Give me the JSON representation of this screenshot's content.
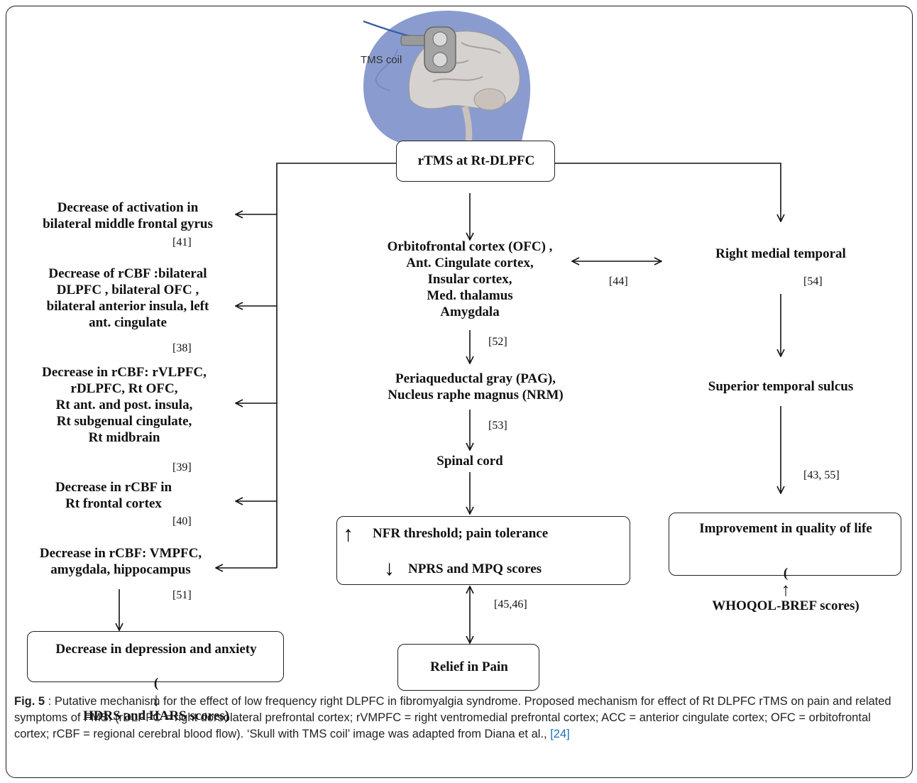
{
  "header": {
    "coil_label": "TMS coil",
    "top_box": "rTMS at Rt-DLPFC"
  },
  "left": {
    "n1": "Decrease of activation in\nbilateral middle frontal gyrus",
    "r1": "[41]",
    "n2": "Decrease of rCBF :bilateral\nDLPFC , bilateral OFC ,\nbilateral anterior insula,  left\nant. cingulate",
    "r2": "[38]",
    "n3": "Decrease in rCBF: rVLPFC,\nrDLPFC,  Rt OFC,\nRt ant. and post. insula,\nRt subgenual cingulate,\nRt midbrain",
    "r3": "[39]",
    "n4": "Decrease in rCBF in\nRt frontal cortex",
    "r4": "[40]",
    "n5": "Decrease in rCBF: VMPFC,\namygdala, hippocampus",
    "r5": "[51]",
    "box": "Decrease in depression and anxiety",
    "box_l2_prefix": "(",
    "box_l2_arrow": "↓",
    "box_l2_text": "HDRS and HARS scores)"
  },
  "center": {
    "n1": "Orbitofrontal cortex (OFC) ,\nAnt. Cingulate cortex,\nInsular cortex,\nMed. thalamus\nAmygdala",
    "r_mid": "[44]",
    "r1": "[52]",
    "n2": "Periaqueductal gray (PAG),\nNucleus raphe magnus (NRM)",
    "r2": "[53]",
    "n3": "Spinal cord",
    "box_arrow_up": "↑",
    "box_l1": "NFR threshold; pain tolerance",
    "box_arrow_down": "↓",
    "box_l2": "NPRS and MPQ scores",
    "r3": "[45,46]",
    "relief": "Relief in Pain"
  },
  "right": {
    "n1": "Right medial temporal",
    "r1": "[54]",
    "n2": "Superior temporal sulcus",
    "r2": "[43, 55]",
    "box_l1": "Improvement in quality of life",
    "box_l2_prefix": "(",
    "box_l2_arrow": "↑",
    "box_l2_text": "WHOQOL-BREF scores)"
  },
  "caption": {
    "label": "Fig. 5",
    "text": " : Putative mechanism for the effect of low frequency right DLPFC in fibromyalgia syndrome. Proposed mechanism for effect of Rt DLPFC rTMS on pain and related symptoms of FMS. (rDLPFC = right dorsolateral prefrontal cortex; rVMPFC = right ventromedial prefrontal cortex; ACC = anterior cingulate cortex; OFC = orbitofrontal cortex; rCBF = regional cerebral blood flow). ‘Skull with TMS coil’ image was adapted from Diana et al., ",
    "cite": "[24]"
  },
  "colors": {
    "head": "#8a9ccf",
    "brain": "#d6d2cf",
    "coil": "#9a9a9a",
    "wire": "#3b5fa8"
  }
}
